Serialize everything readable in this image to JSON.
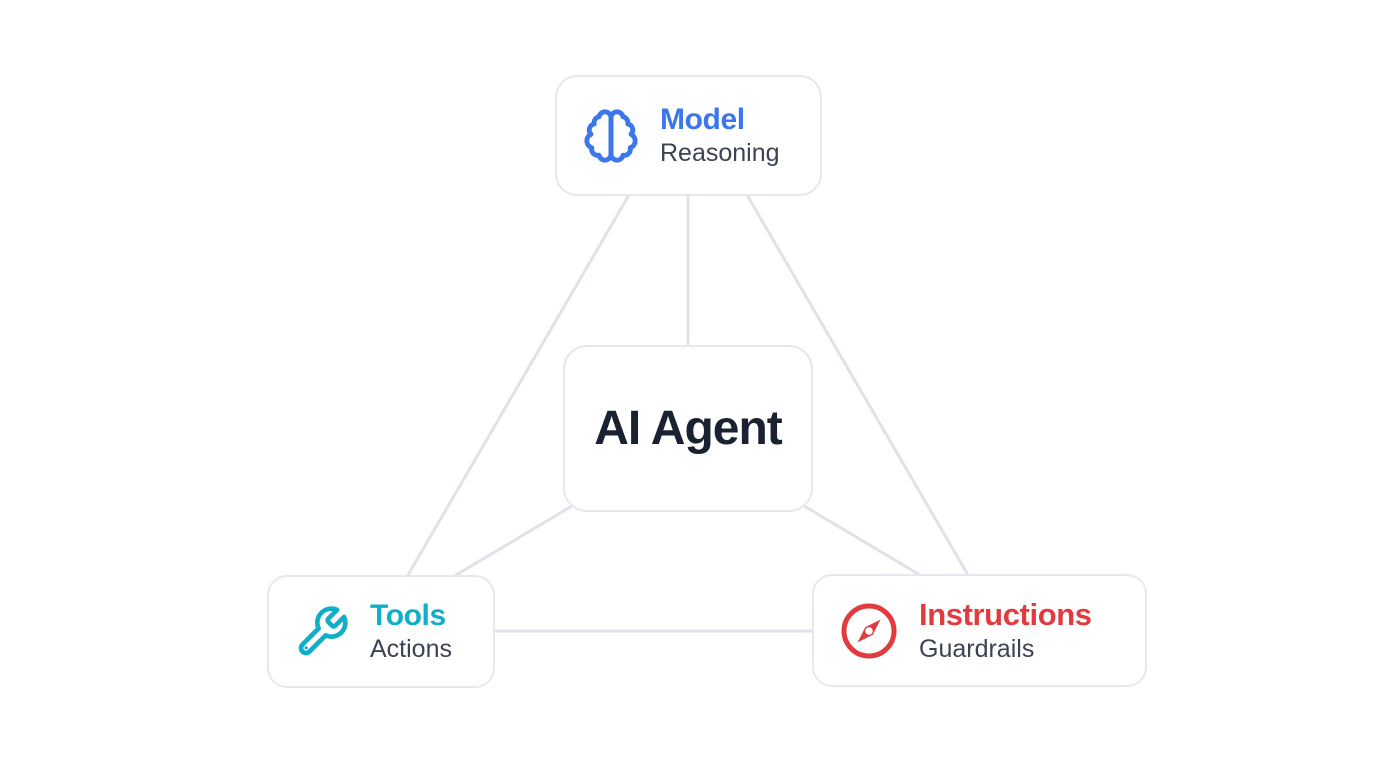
{
  "diagram": {
    "name": "AI Agent architecture diagram",
    "agent": {
      "label": "AI Agent",
      "text_color": "#1a2232"
    },
    "nodes": [
      {
        "id": "model",
        "title": "Model",
        "subtitle": "Reasoning",
        "icon": "brain-icon",
        "accent_color": "#3b76ea"
      },
      {
        "id": "tools",
        "title": "Tools",
        "subtitle": "Actions",
        "icon": "wrench-icon",
        "accent_color": "#0fb0c7"
      },
      {
        "id": "instructions",
        "title": "Instructions",
        "subtitle": "Guardrails",
        "icon": "compass-icon",
        "accent_color": "#e23b3f"
      }
    ],
    "edges": [
      {
        "from": "model",
        "to": "ai-agent"
      },
      {
        "from": "model",
        "to": "tools"
      },
      {
        "from": "model",
        "to": "instructions"
      },
      {
        "from": "ai-agent",
        "to": "tools"
      },
      {
        "from": "ai-agent",
        "to": "instructions"
      },
      {
        "from": "tools",
        "to": "instructions"
      }
    ],
    "colors": {
      "background": "#ffffff",
      "box_border": "#e5e8ee",
      "edge_line": "#dfe2e9",
      "subtitle_text": "#3b4454"
    }
  }
}
